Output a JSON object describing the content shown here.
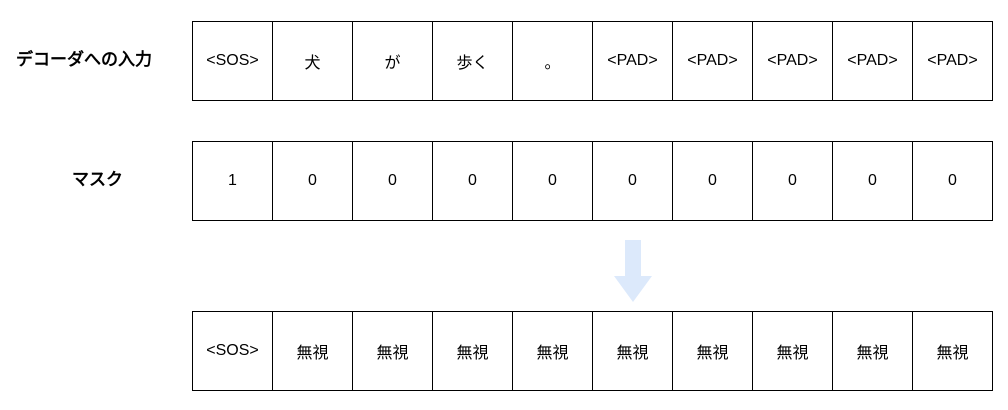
{
  "decoder_input": {
    "label": "デコーダへの入力",
    "tokens": [
      "<SOS>",
      "犬",
      "が",
      "歩く",
      "。",
      "<PAD>",
      "<PAD>",
      "<PAD>",
      "<PAD>",
      "<PAD>"
    ]
  },
  "mask": {
    "label": "マスク",
    "values": [
      "1",
      "0",
      "0",
      "0",
      "0",
      "0",
      "0",
      "0",
      "0",
      "0"
    ]
  },
  "result": {
    "tokens": [
      "<SOS>",
      "無視",
      "無視",
      "無視",
      "無視",
      "無視",
      "無視",
      "無視",
      "無視",
      "無視"
    ]
  },
  "colors": {
    "arrow": "#dce9fb",
    "border": "#000000"
  }
}
